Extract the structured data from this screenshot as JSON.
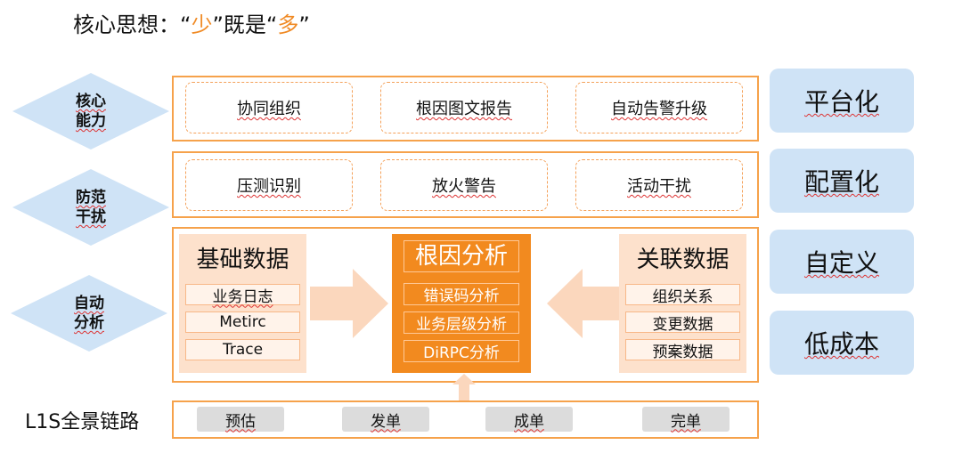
{
  "title": {
    "prefix": "核心思想：",
    "open_quote_1": "“",
    "word_1": "少",
    "close_quote_1": "”既是",
    "open_quote_2": "“",
    "word_2": "多",
    "close_quote_2": "”"
  },
  "diamonds": [
    {
      "label": "核心\n能力"
    },
    {
      "label": "防范\n干扰"
    },
    {
      "label": "自动\n分析"
    }
  ],
  "row1": {
    "items": [
      "协同组织",
      "根因图文报告",
      "自动告警升级"
    ]
  },
  "row2": {
    "items": [
      "压测识别",
      "放火警告",
      "活动干扰"
    ]
  },
  "analysis": {
    "left": {
      "title": "基础数据",
      "items": [
        "业务日志",
        "Metirc",
        "Trace"
      ]
    },
    "center": {
      "title": "根因分析",
      "items": [
        "错误码分析",
        "业务层级分析",
        "DiRPC分析"
      ]
    },
    "right": {
      "title": "关联数据",
      "items": [
        "组织关系",
        "变更数据",
        "预案数据"
      ]
    }
  },
  "right_buttons": [
    "平台化",
    "配置化",
    "自定义",
    "低成本"
  ],
  "chain": {
    "label": "L1S全景链路",
    "items": [
      "预估",
      "发单",
      "成单",
      "完单"
    ]
  },
  "colors": {
    "accent_orange": "#f28a1f",
    "diamond_blue": "#cfe3f6",
    "border_orange": "#f6a24b",
    "peach": "#fde1cc"
  }
}
